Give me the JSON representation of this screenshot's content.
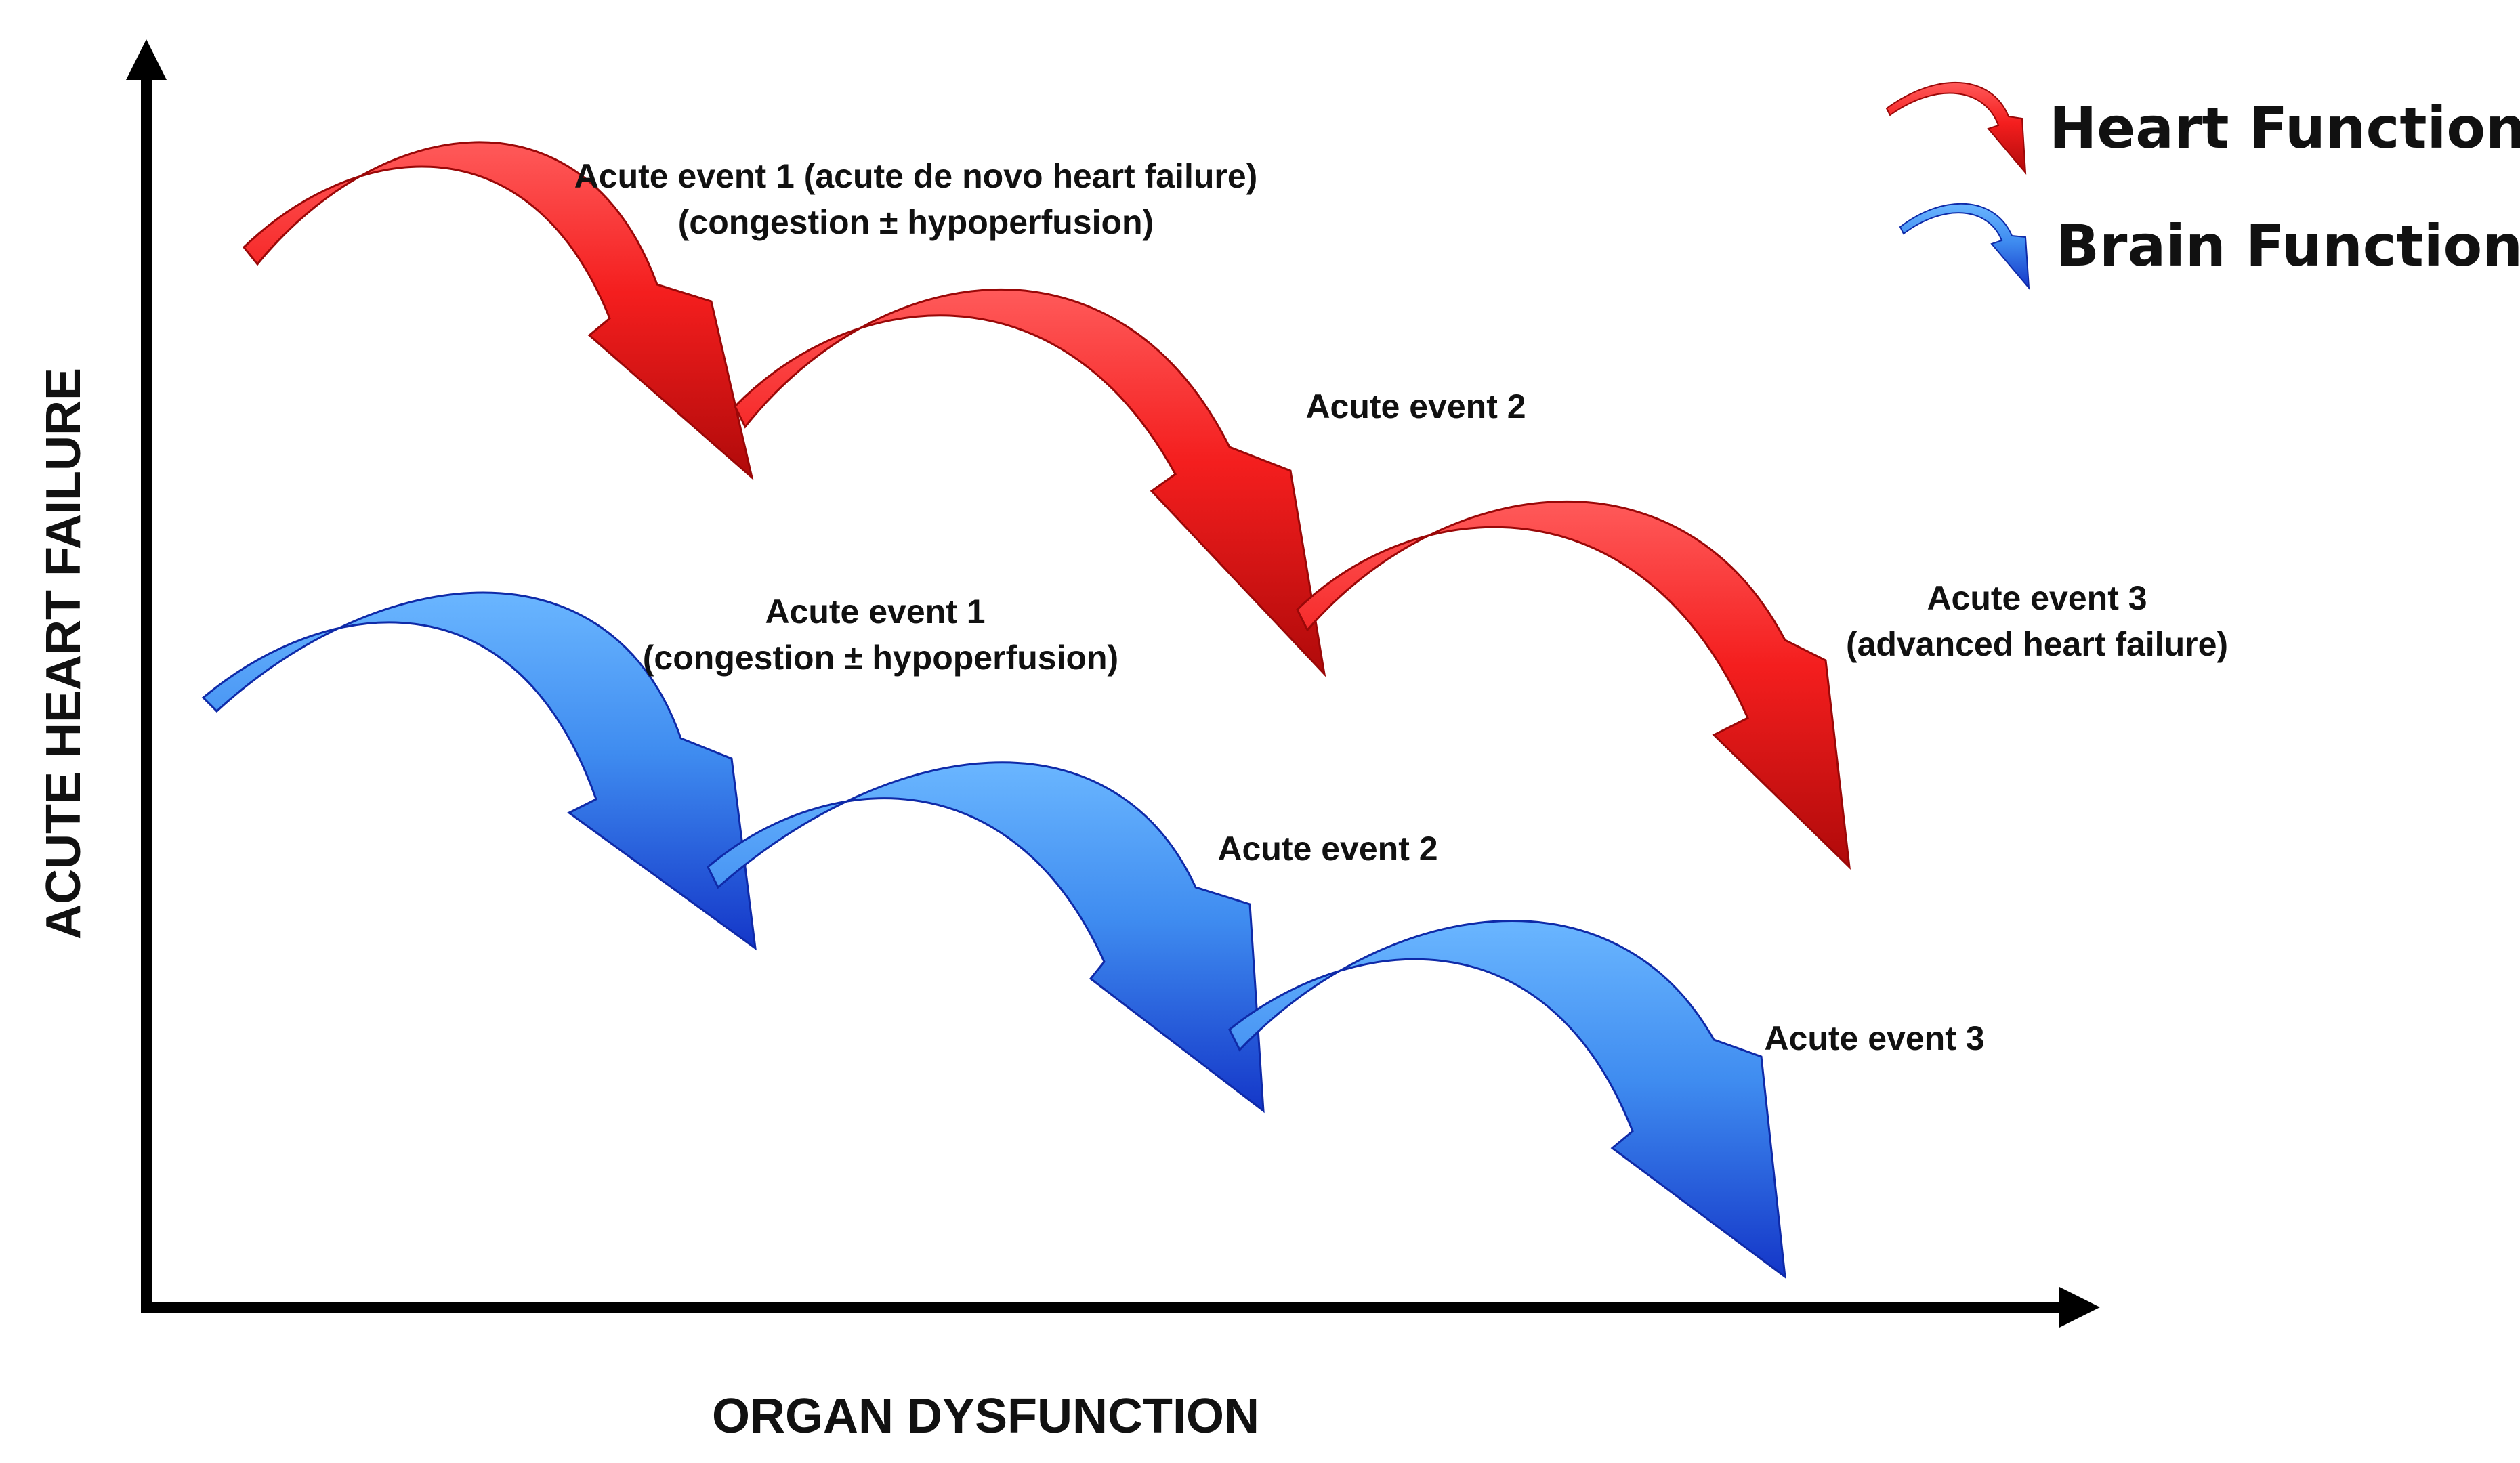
{
  "axes": {
    "y_label": "ACUTE HEART FAILURE",
    "x_label": "ORGAN DYSFUNCTION"
  },
  "legend": {
    "heart": {
      "label": "Heart Function",
      "color": "#ee1c1c"
    },
    "brain": {
      "label": "Brain Function",
      "color": "#2f6fe0"
    }
  },
  "heart_events": [
    {
      "line1": "Acute event 1 (acute de novo heart failure)",
      "line2": "(congestion ± hypoperfusion)"
    },
    {
      "line1": "Acute event 2",
      "line2": ""
    },
    {
      "line1": "Acute event 3",
      "line2": "(advanced heart failure)"
    }
  ],
  "brain_events": [
    {
      "line1": "Acute event 1",
      "line2": "(congestion ± hypoperfusion)"
    },
    {
      "line1": "Acute event 2",
      "line2": ""
    },
    {
      "line1": "Acute event 3",
      "line2": ""
    }
  ],
  "icons": {
    "heart_arrow": "curved-arrow-icon",
    "brain_arrow": "curved-arrow-icon"
  }
}
